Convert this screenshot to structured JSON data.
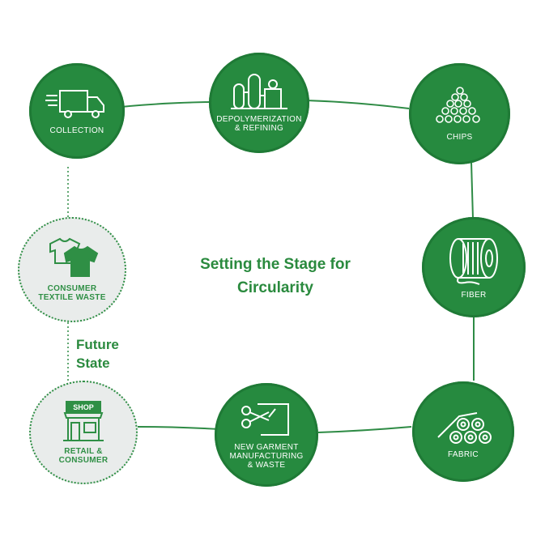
{
  "diagram": {
    "title_line1": "Setting the Stage for",
    "title_line2": "Circularity",
    "future_line1": "Future",
    "future_line2": "State",
    "nodes": {
      "collection": {
        "label": "COLLECTION",
        "icon": "truck-icon"
      },
      "depolymerization": {
        "label": "DEPOLYMERIZATION\n& REFINING",
        "icon": "refinery-icon"
      },
      "chips": {
        "label": "CHIPS",
        "icon": "chips-icon"
      },
      "fiber": {
        "label": "FIBER",
        "icon": "spool-icon"
      },
      "fabric": {
        "label": "FABRIC",
        "icon": "fabric-rolls-icon"
      },
      "garment": {
        "label": "NEW GARMENT\nMANUFACTURING\n& WASTE",
        "icon": "scissors-icon"
      },
      "retail": {
        "label": "RETAIL &\nCONSUMER",
        "icon": "shop-icon",
        "sign": "SHOP"
      },
      "consumer_waste": {
        "label": "CONSUMER\nTEXTILE WASTE",
        "icon": "shirts-icon"
      }
    },
    "colors": {
      "primary": "#268a3f",
      "text": "#2a8a3e",
      "grey": "#e9eceb"
    }
  }
}
